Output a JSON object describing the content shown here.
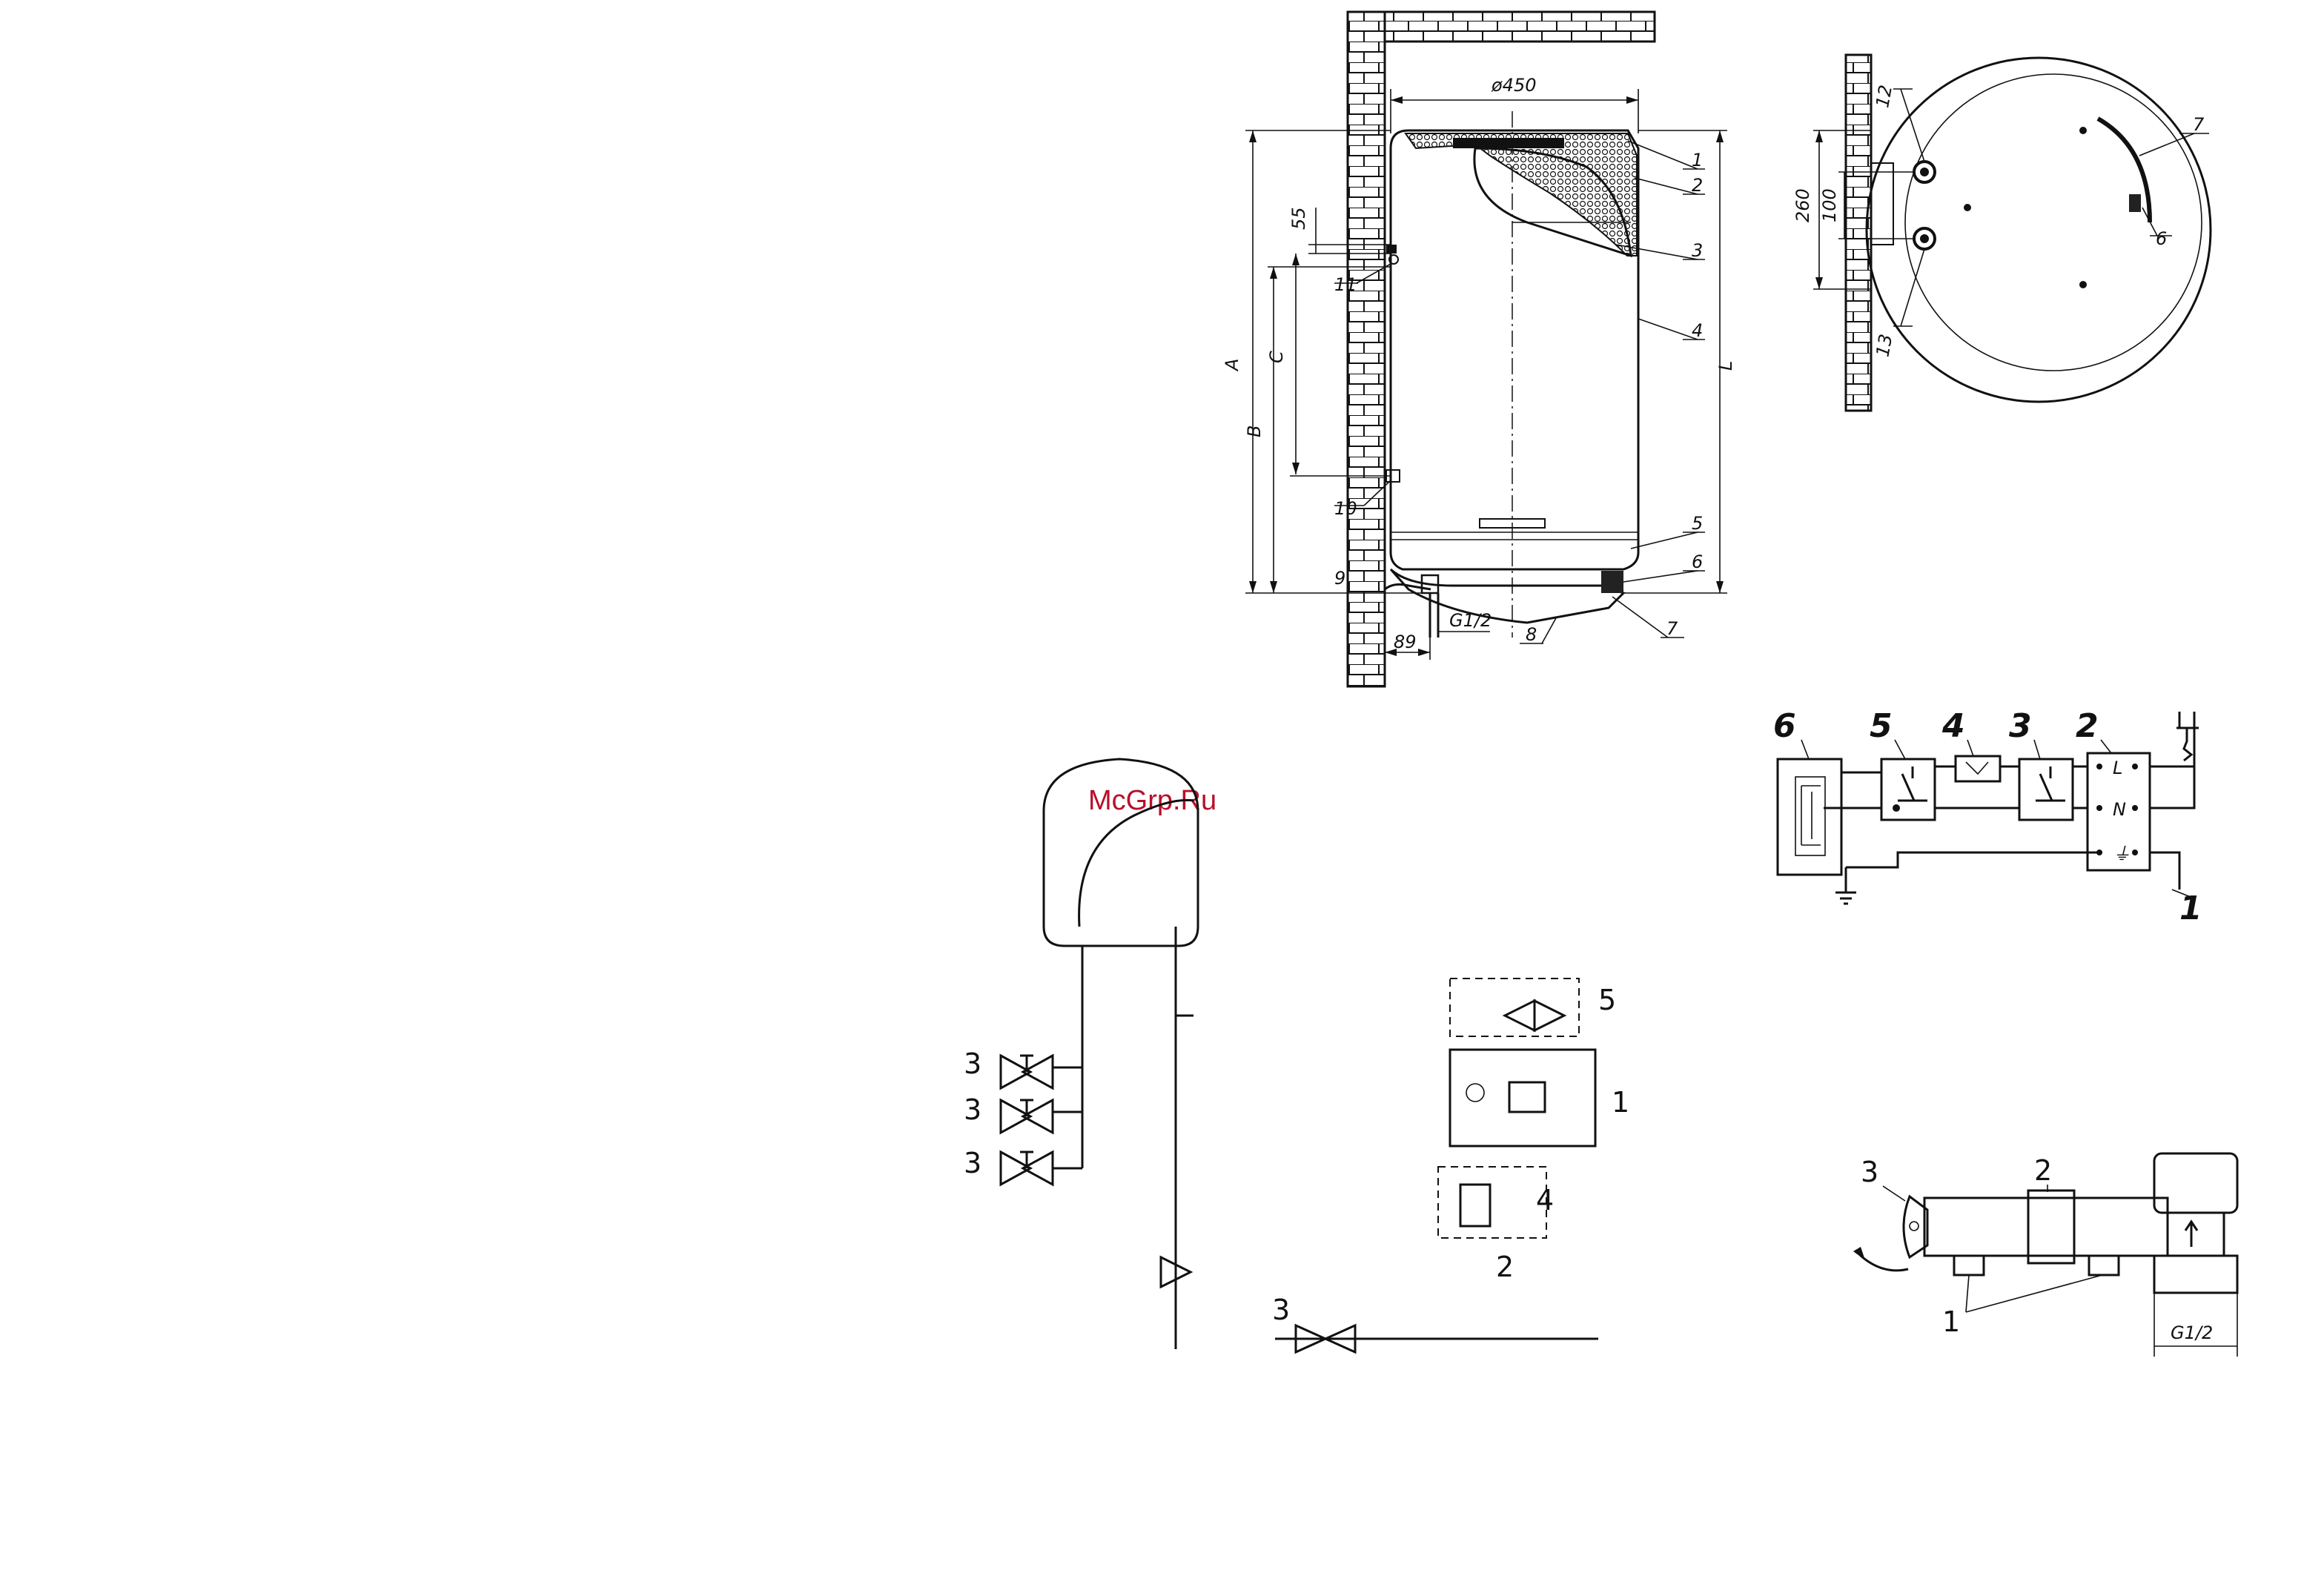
{
  "watermark": "McGrp.Ru",
  "heater_front": {
    "dims": {
      "diameter": "ø450",
      "A": "A",
      "B": "B",
      "C": "C",
      "L": "L",
      "d55": "55",
      "d89": "89",
      "thread": "G1/2"
    },
    "callouts": [
      "1",
      "2",
      "3",
      "4",
      "5",
      "6",
      "7",
      "8",
      "9",
      "10",
      "11"
    ]
  },
  "heater_top": {
    "dims": {
      "d260": "260",
      "d100": "100"
    },
    "callouts": [
      "12",
      "13",
      "7",
      "6"
    ]
  },
  "wiring": {
    "components": [
      "6",
      "5",
      "4",
      "3",
      "2",
      "1"
    ],
    "terminals": [
      "L",
      "N",
      "⏚"
    ],
    "ground": "⏚"
  },
  "plumbing": {
    "labels": [
      "3",
      "3",
      "3",
      "5",
      "1",
      "4",
      "2",
      "3"
    ]
  },
  "valve": {
    "labels": [
      "3",
      "2",
      "1",
      "G1/2"
    ]
  }
}
